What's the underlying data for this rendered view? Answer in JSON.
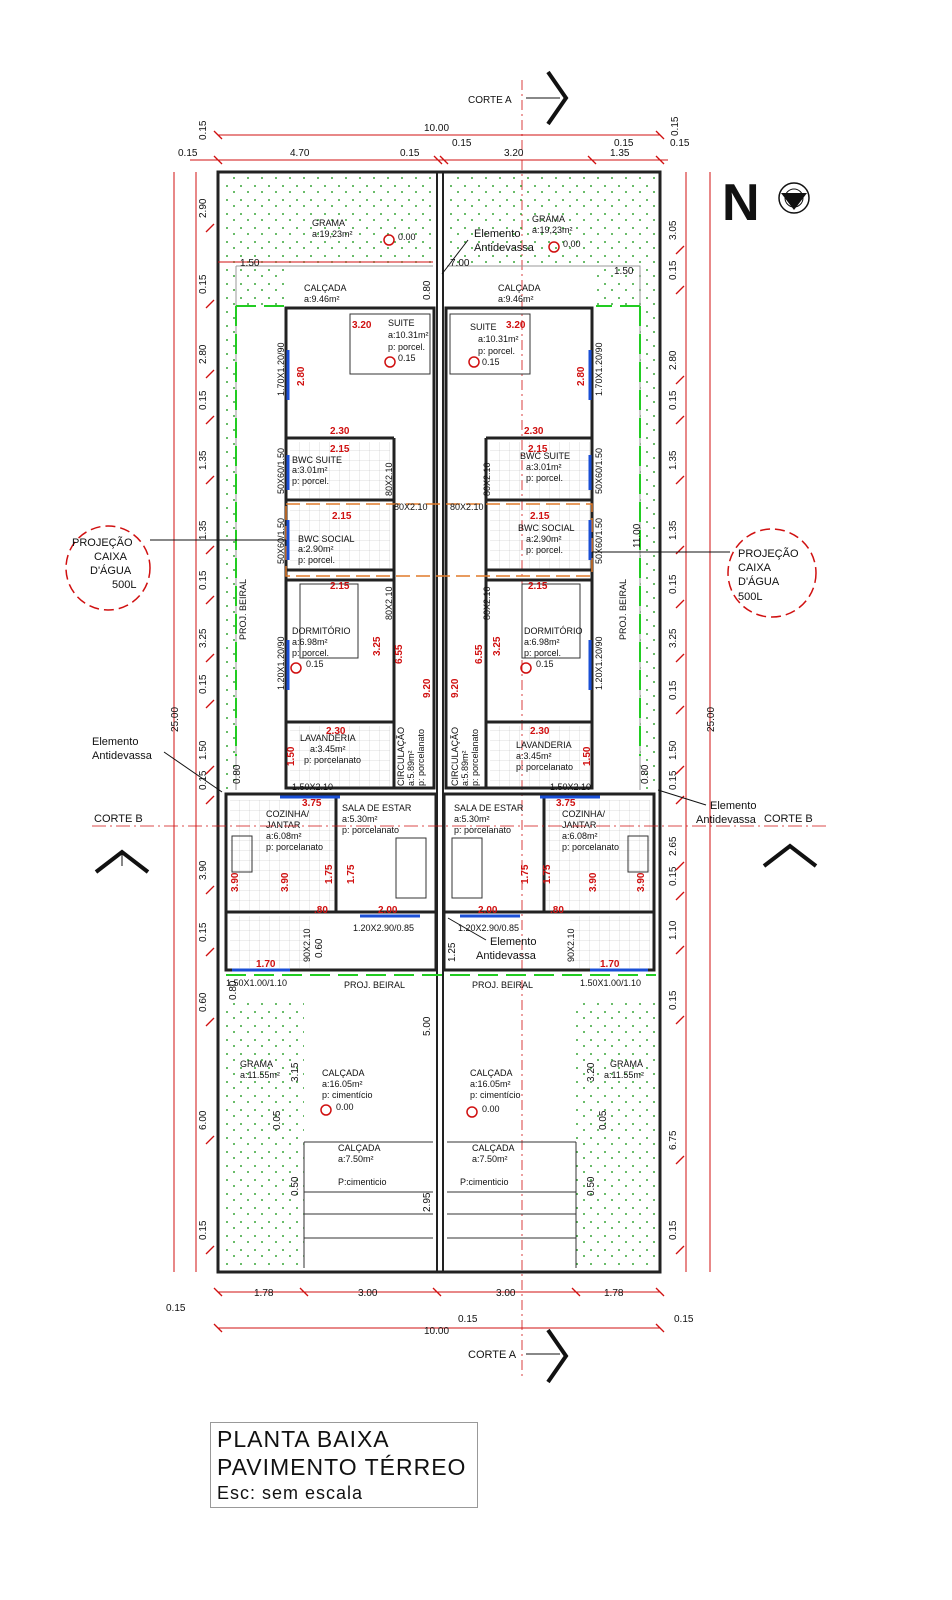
{
  "cuts": {
    "corte_a_top": "CORTE A",
    "corte_a_bottom": "CORTE A",
    "corte_b_left": "CORTE B",
    "corte_b_right": "CORTE B"
  },
  "north": "N",
  "dims_top": {
    "total": "10.00",
    "left": "4.70",
    "mid": "3.20",
    "right": "1.35",
    "gap1": "0.15",
    "gap2": "0.15",
    "gap3": "0.15",
    "edge_l": "0.15",
    "edge_r": "0.15",
    "edge_l2": "0.15",
    "edge_r2": "0.15"
  },
  "dims_bottom": {
    "a": "1.78",
    "b": "3.00",
    "c": "3.00",
    "d": "1.78",
    "total": "10.00",
    "e1": "0.15",
    "e2": "0.15",
    "e3": "0.15"
  },
  "dims_left": [
    "2.90",
    "0.15",
    "2.80",
    "0.15",
    "1.35",
    "1.35",
    "0.15",
    "3.25",
    "0.15",
    "1.50",
    "0.15",
    "3.90",
    "0.15",
    "0.60",
    "6.00",
    "0.15"
  ],
  "dims_right": [
    "3.05",
    "0.15",
    "2.80",
    "0.15",
    "1.35",
    "1.35",
    "0.15",
    "3.25",
    "0.15",
    "1.50",
    "0.15",
    "2.65",
    "0.15",
    "1.10",
    "0.15",
    "6.75",
    "0.15"
  ],
  "total_left": "25.00",
  "total_right": "25.00",
  "inner": {
    "d150": "1.50",
    "d700": "7.00",
    "d150r": "1.50",
    "d080": "0.80",
    "d1100": "11.00",
    "d500": "5.00",
    "d125": "1.25",
    "d295": "2.95",
    "d060": "0.60",
    "d315": "3.15",
    "d320": "3.20",
    "d005a": "0.05",
    "d005b": "0.05",
    "d050a": "0.50",
    "d050b": "0.50",
    "d080b": "0.80",
    "d080c": "0.80",
    "d080d": "0.80"
  },
  "rooms": {
    "grama_top": "GRAMA",
    "grama_top_a": "a:19,23m²",
    "level_000": "0.00",
    "calcada_top": "CALÇADA",
    "calcada_top_a": "a:9.46m²",
    "suite": "SUITE",
    "suite_a": "a:10.31m²",
    "suite_p": "p: porcel.",
    "level_015": "0.15",
    "bwc_suite": "BWC SUITE",
    "bwc_suite_a": "a:3.01m²",
    "bwc_suite_p": "p: porcel.",
    "bwc_social": "BWC SOCIAL",
    "bwc_social_a": "a:2.90m²",
    "bwc_social_p": "p: porcel.",
    "dormitorio": "DORMITÓRIO",
    "dormitorio_a": "a:6.98m²",
    "dormitorio_p": "p: porcel.",
    "lavanderia": "LAVANDERIA",
    "lavanderia_a": "a:3.45m²",
    "lavanderia_p": "p: porcelanato",
    "circulacao": "CIRCULAÇÃO",
    "circulacao_a": "a:5.89m²",
    "circulacao_p": "p: porcelanato",
    "sala": "SALA DE ESTAR",
    "sala_a": "a:5.30m²",
    "sala_p": "p: porcelanato",
    "cozinha": "COZINHA/",
    "cozinha2": "JANTAR",
    "cozinha_a": "a:6.08m²",
    "cozinha_p": "p: porcelanato",
    "proj_beiral": "PROJ. BEIRAL",
    "grama_bot": "GRAMA",
    "grama_bot_a": "a:11.55m²",
    "calcada_bot": "CALÇADA",
    "calcada_bot_a": "a:16.05m²",
    "calcada_bot_p": "p: cimentício",
    "calcada_small": "CALÇADA",
    "calcada_small_a": "a:7.50m²",
    "calcada_small_p": "P:cimenticio"
  },
  "red_labels": {
    "r320": "3.20",
    "r280": "2.80",
    "r230": "2.30",
    "r215": "2.15",
    "r325": "3.25",
    "r655": "6.55",
    "r920": "9.20",
    "r150": "1.50",
    "r375": "3.75",
    "r390": "3.90",
    "r175": "1.75",
    "r080": ".80",
    "r200": "2.00",
    "r170": "1.70"
  },
  "windows": {
    "w1": "1.70X1.20/90",
    "w2": "50X60/1.50",
    "w3": "1.20X1.20/90",
    "w4": "1.50X2.10",
    "w5": "1.20X2.90/0.85",
    "w6": "1.50X1.00/1.10",
    "door1": "80X2.10",
    "door2": "90X2.10"
  },
  "callouts": {
    "elemento": "Elemento",
    "antidevassa": "Antidevassa",
    "projecao": "PROJEÇÃO",
    "caixa": "CAIXA",
    "dagua": "D'ÁGUA",
    "cap": "500L",
    "proj_beiral_v": "PROJ. BEIRAL"
  },
  "title": {
    "line1": "PLANTA  BAIXA",
    "line2": "PAVIMENTO  TÉRREO",
    "line3": "Esc:  sem  escala"
  },
  "colors": {
    "dimension": "#d01010",
    "wall": "#222222",
    "grass_dot": "#3aa63a",
    "beiral": "#22cc22",
    "window": "#1a4fd6",
    "projection": "#e07a2a"
  }
}
